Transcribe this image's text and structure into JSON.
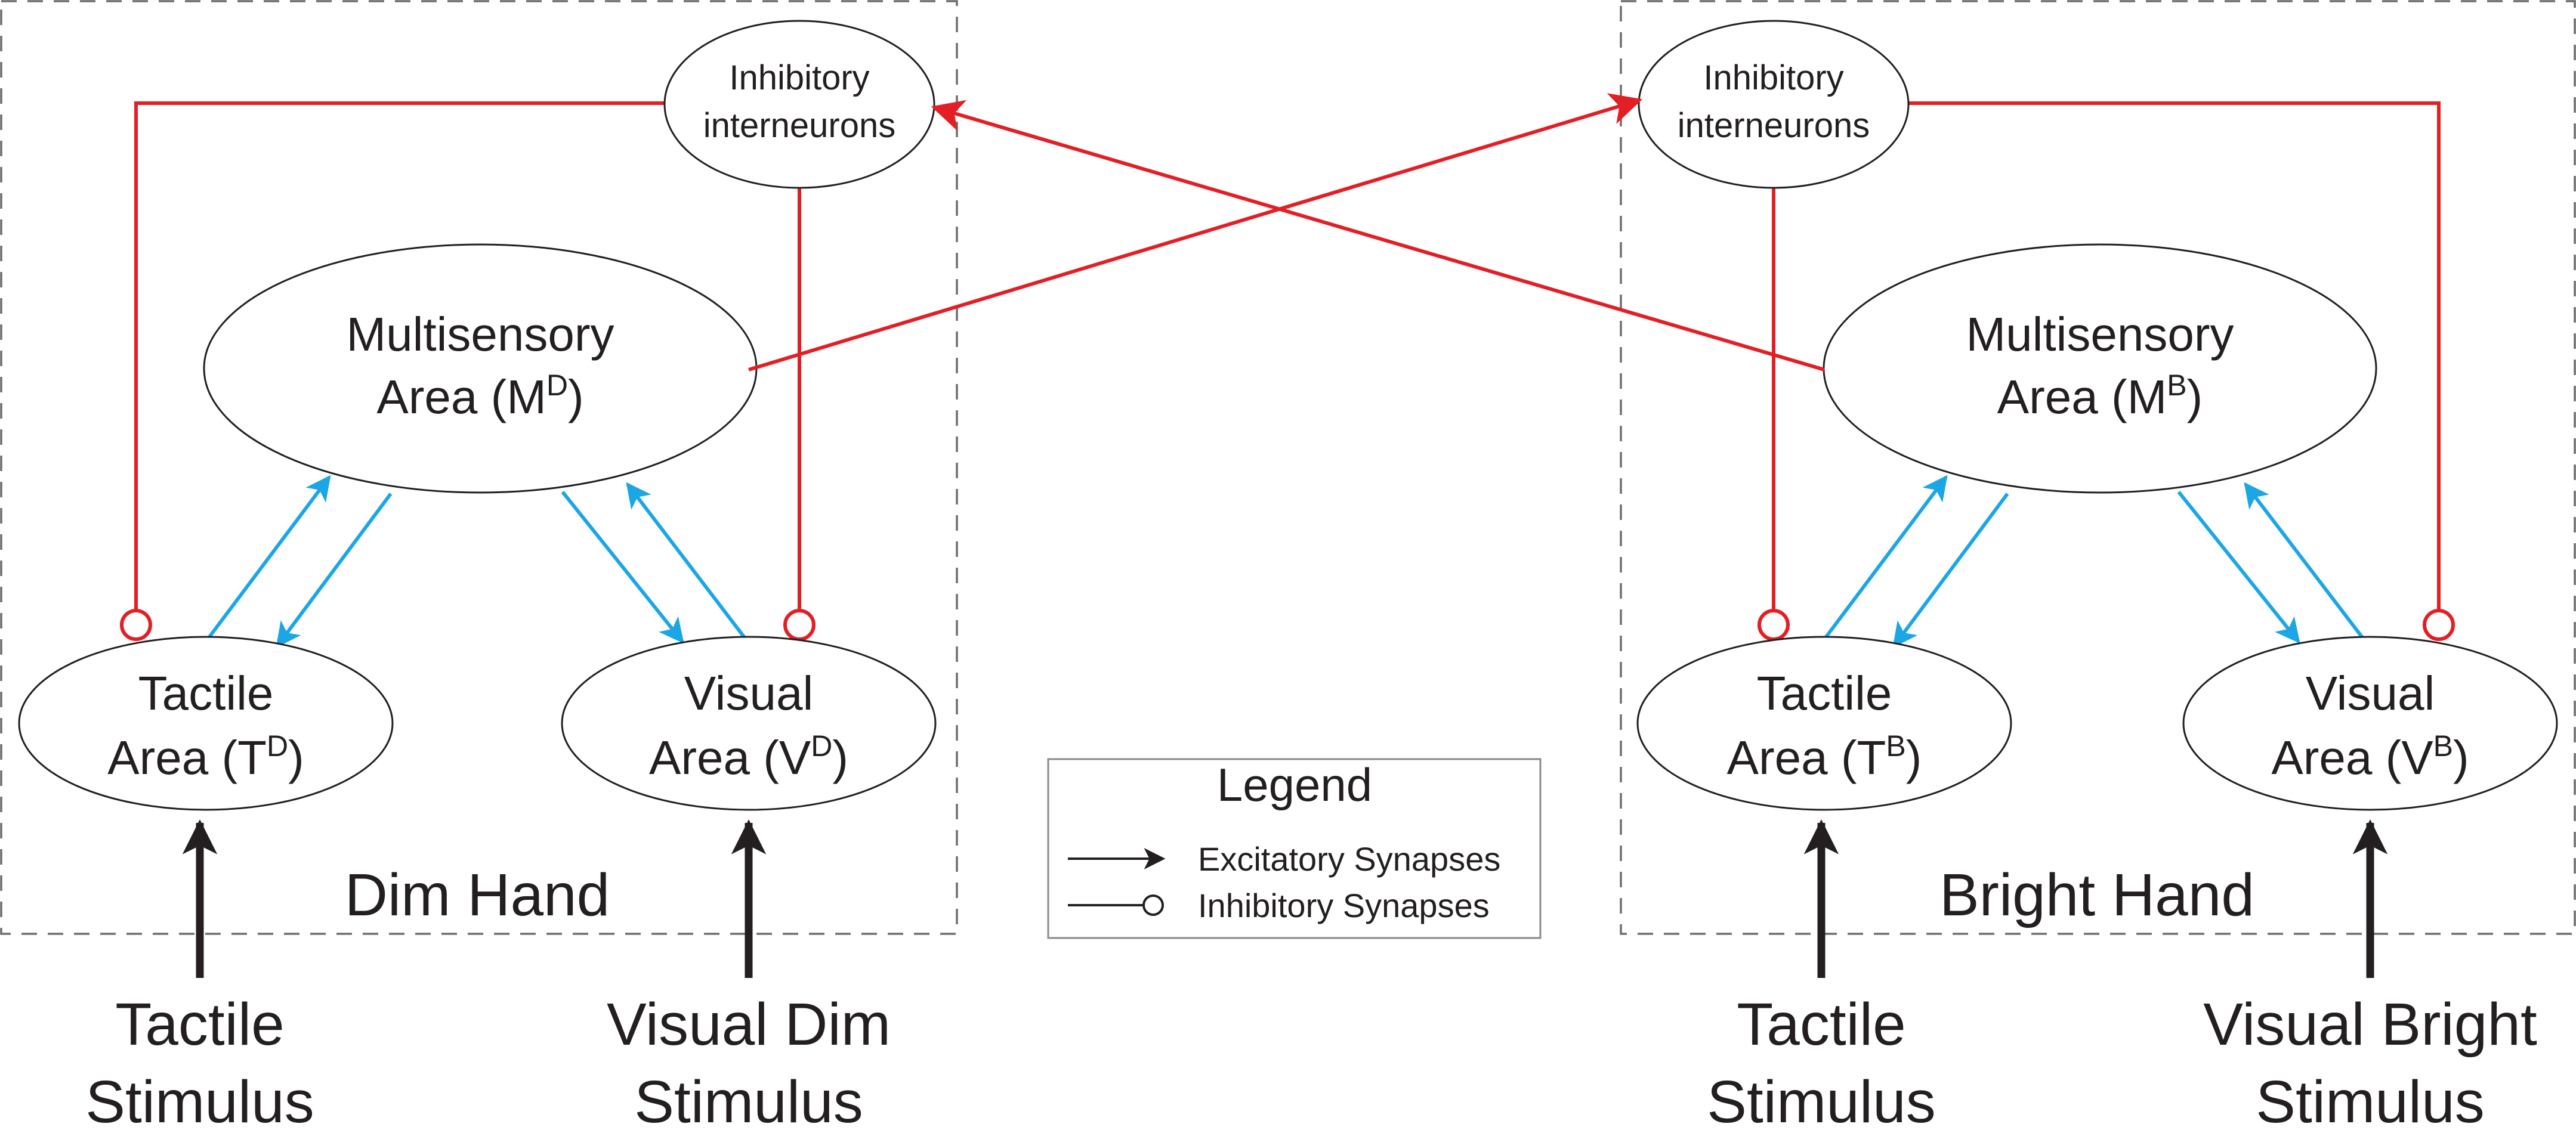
{
  "panels": [
    {
      "id": "dim",
      "title": "Dim Hand",
      "inhibitory": [
        "Inhibitory",
        "interneurons"
      ],
      "multisensory": {
        "line1": "Multisensory",
        "line2": "Area (M",
        "sup": "D",
        "close": ")"
      },
      "tactile": {
        "line1": "Tactile",
        "line2": "Area (T",
        "sup": "D",
        "close": ")"
      },
      "visual": {
        "line1": "Visual",
        "line2": "Area (V",
        "sup": "D",
        "close": ")"
      },
      "stimuli": [
        [
          "Tactile",
          "Stimulus"
        ],
        [
          "Visual Dim",
          "Stimulus"
        ]
      ]
    },
    {
      "id": "bright",
      "title": "Bright Hand",
      "inhibitory": [
        "Inhibitory",
        "interneurons"
      ],
      "multisensory": {
        "line1": "Multisensory",
        "line2": "Area (M",
        "sup": "B",
        "close": ")"
      },
      "tactile": {
        "line1": "Tactile",
        "line2": "Area (T",
        "sup": "B",
        "close": ")"
      },
      "visual": {
        "line1": "Visual",
        "line2": "Area (V",
        "sup": "B",
        "close": ")"
      },
      "stimuli": [
        [
          "Tactile",
          "Stimulus"
        ],
        [
          "Visual Bright",
          "Stimulus"
        ]
      ]
    }
  ],
  "legend": {
    "title": "Legend",
    "items": [
      "Excitatory Synapses",
      "Inhibitory Synapses"
    ]
  },
  "colors": {
    "inhibitory": "#e31e24",
    "excitatory": "#1ba6e6",
    "stimulus": "#231f20"
  }
}
